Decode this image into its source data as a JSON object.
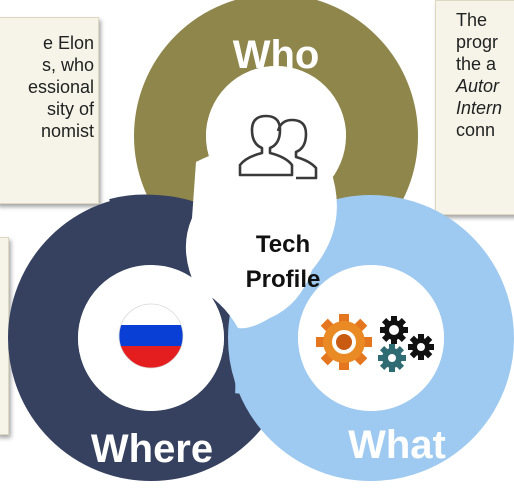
{
  "diagram": {
    "center_line1": "Tech",
    "center_line2": "Profile",
    "who_label": "Who",
    "where_label": "Where",
    "what_label": "What",
    "icons": {
      "who": "people-icon",
      "where": "russia-flag-icon",
      "what": "gears-icon"
    },
    "colors": {
      "who": "#8f864c",
      "where": "#36415f",
      "what": "#9ec9f0",
      "center": "#ffffff"
    }
  },
  "callout_left": {
    "lines": [
      "e Elon",
      "s, who",
      "essional",
      "sity  of",
      "nomist"
    ]
  },
  "callout_right": {
    "lines": [
      "The",
      "progr",
      "the  a",
      "Autor",
      "Intern",
      "conn"
    ]
  }
}
